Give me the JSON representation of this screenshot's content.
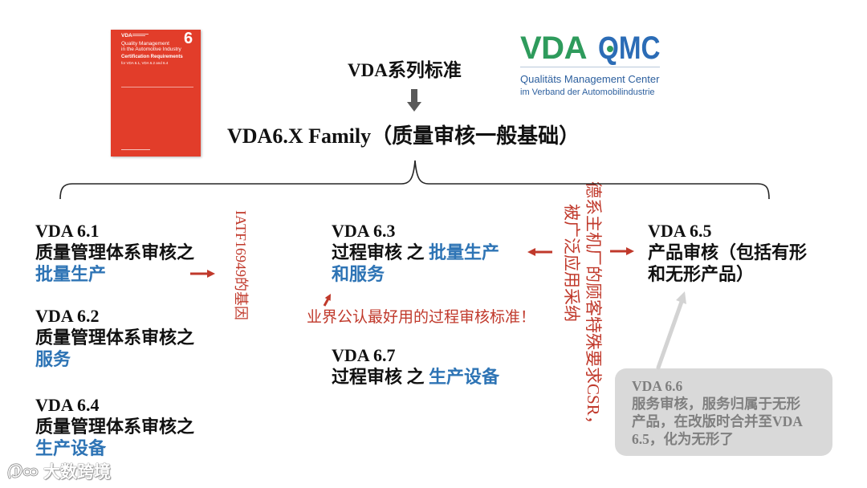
{
  "colors": {
    "text": "#111111",
    "accent_blue": "#2e74b5",
    "annotation_red": "#c0392b",
    "arrow_gray": "#595959",
    "note_box_bg": "#d9d9d9",
    "note_box_text": "#7f7f7f",
    "book_red": "#e23d2a",
    "logo_green": "#2e9b5c",
    "logo_blue": "#2b6cb6"
  },
  "header": {
    "title": "VDA系列标准",
    "family_heading": "VDA6.X Family（质量审核一般基础）"
  },
  "book_cover": {
    "brand": "VDA",
    "volume": "6",
    "title_line1": "Quality Management",
    "title_line2": "in the Automotive Industry",
    "subtitle": "Certification Requirements",
    "scope": "for VDA 6.1, VDA 6.2 and 6.4"
  },
  "logo": {
    "mark_left": "VDA",
    "mark_right": "QMC",
    "name": "Qualitäts Management Center",
    "affiliation": "im Verband der Automobilindustrie"
  },
  "standards": {
    "vda_6_1": {
      "code": "VDA 6.1",
      "line1": "质量管理体系审核之",
      "focus": "批量生产"
    },
    "vda_6_2": {
      "code": "VDA 6.2",
      "line1": "质量管理体系审核之",
      "focus": "服务"
    },
    "vda_6_4": {
      "code": "VDA 6.4",
      "line1": "质量管理体系审核之",
      "focus": "生产设备"
    },
    "vda_6_3": {
      "code": "VDA 6.3",
      "line1": "过程审核 之 ",
      "focus_line1": "批量生产",
      "focus_line2": "和服务"
    },
    "vda_6_7": {
      "code": "VDA 6.7",
      "line1": "过程审核 之 ",
      "focus": "生产设备"
    },
    "vda_6_5": {
      "code": "VDA 6.5",
      "line1": "产品审核（包括有形",
      "line2": "和无形产品）"
    }
  },
  "annotations": {
    "iatf": "IATF16949的基因",
    "vda_6_3_note": "业界公认最好用的过程审核标准！",
    "csr_line1": "德系主机厂的顾客特殊要求CSR，",
    "csr_line2": "被广泛应用采纳"
  },
  "vda_6_6_box": {
    "code": "VDA 6.6",
    "line1": "服务审核，服务归属于无形",
    "line2": "产品，在改版时合并至VDA",
    "line3": "6.5，化为无形了"
  },
  "watermark": {
    "text": "大数跨境"
  },
  "icons": [
    "down-arrow-icon",
    "right-arrow-icon",
    "left-arrow-icon",
    "up-right-arrow-icon",
    "watermark-logo-icon"
  ]
}
